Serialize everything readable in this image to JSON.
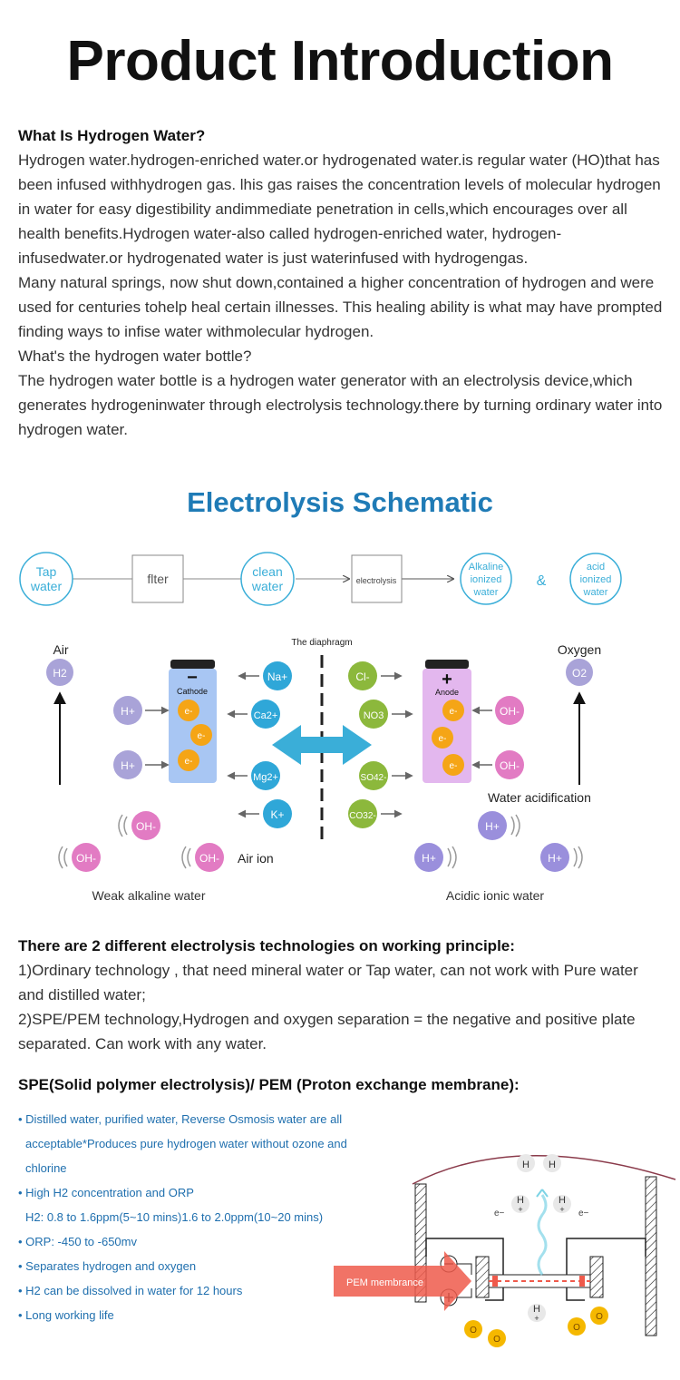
{
  "title": "Product Introduction",
  "intro": {
    "heading": "What Is Hydrogen Water?",
    "paragraphs": [
      "Hydrogen water.hydrogen-enriched water.or hydrogenated water.is regular water (HO)that has been infused withhydrogen gas. lhis gas raises the concentration levels of molecular hydrogen in water for easy digestibility andimmediate penetration in cells,which encourages over all health benefits.Hydrogen water-also called hydrogen-enriched water, hydrogen-infusedwater.or hydrogenated water is just waterinfused with hydrogengas.",
      "Many natural springs, now shut down,contained a higher concentration of hydrogen and were used for centuries tohelp heal certain illnesses. This healing ability is what may have prompted finding ways to infise water withmolecular hydrogen.",
      "What's the hydrogen water bottle?",
      "The hydrogen water bottle is a hydrogen water generator with an electrolysis device,which generates hydrogeninwater through electrolysis technology.there by turning ordinary water into hydrogen water."
    ]
  },
  "schematic": {
    "title": "Electrolysis Schematic",
    "flow": {
      "tap": [
        "Tap",
        "water"
      ],
      "filter": "flter",
      "clean": [
        "clean",
        "water"
      ],
      "electrolysis": "electrolysis",
      "alkaline": [
        "Alkaline",
        "ionized",
        "water"
      ],
      "amp": "&",
      "acid": [
        "acid",
        "ionized",
        "water"
      ]
    },
    "cell": {
      "diaphragm": "The diaphragm",
      "air": "Air",
      "oxygen": "Oxygen",
      "cathode": "Cathode",
      "anode": "Anode",
      "minus": "−",
      "plus": "+",
      "electron": "e-",
      "h2": "H2",
      "o2": "O2",
      "h_plus": "H+",
      "oh_minus": "OH-",
      "na": "Na+",
      "ca": "Ca2+",
      "mg": "Mg2+",
      "k": "K+",
      "cl": "Cl-",
      "no3": "NO3",
      "so4": "SO42-",
      "co3": "CO32-",
      "water_acidification": "Water acidification",
      "air_ion": "Air ion",
      "weak_alkaline": "Weak alkaline water",
      "acidic_ionic": "Acidic ionic water"
    }
  },
  "tech": {
    "heading": "There are 2 different electrolysis technologies on working principle:",
    "lines": [
      "1)Ordinary technology , that need mineral water or Tap water, can not work with Pure water and distilled water;",
      "2)SPE/PEM technology,Hydrogen and oxygen separation = the negative and positive plate separated. Can work with any water."
    ]
  },
  "spe": {
    "heading": "SPE(Solid polymer electrolysis)/ PEM (Proton exchange membrane):",
    "items": [
      "• Distilled water, purified water, Reverse Osmosis water are all",
      "  acceptable*Produces pure hydrogen water without ozone and",
      "  chlorine",
      "• High H2 concentration and ORP",
      "  H2: 0.8 to 1.6ppm(5~10 mins)1.6 to 2.0ppm(10~20 mins)",
      "• ORP: -450 to -650mv",
      "• Separates hydrogen and oxygen",
      "• H2 can be dissolved in water for 12 hours",
      "• Long working life"
    ],
    "diagram": {
      "membrane_label": "PEM membrance",
      "h": "H",
      "plus": "+",
      "e_minus": "e−",
      "o": "O"
    }
  },
  "colors": {
    "title_blue": "#1f7bb6",
    "cyan": "#3aaed8",
    "cation_blue": "#2fa7d8",
    "anion_green": "#8cb83c",
    "electron_orange": "#f5a516",
    "hplus_purple": "#9a8fdc",
    "oh_pink": "#e27bc3",
    "cathode_fill": "#a8c6f3",
    "anode_fill": "#e3b7ee",
    "pem_red": "#ef5a4b"
  }
}
